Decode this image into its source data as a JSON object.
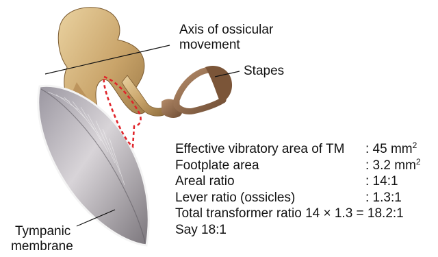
{
  "labels": {
    "axis_line1": "Axis of ossicular",
    "axis_line2": "movement",
    "stapes": "Stapes",
    "tympanic_line1": "Tympanic",
    "tympanic_line2": "membrane"
  },
  "facts": [
    {
      "key": "Effective vibratory area of TM",
      "value": ": 45 mm",
      "sup": "2"
    },
    {
      "key": "Footplate area",
      "value": ": 3.2 mm",
      "sup": "2"
    },
    {
      "key": "Areal ratio",
      "value": ": 14:1"
    },
    {
      "key": "Lever ratio (ossicles)",
      "value": ": 1.3:1"
    },
    {
      "text": "Total transformer ratio 14 × 1.3 = 18.2:1"
    },
    {
      "text": "Say 18:1"
    }
  ],
  "colors": {
    "ossicle": "#c9a46a",
    "ossicle_shadow": "#8c6a3a",
    "membrane": "#b9b5b8",
    "membrane_dark": "#6f6a70",
    "lever_outline": "#e0242a"
  }
}
